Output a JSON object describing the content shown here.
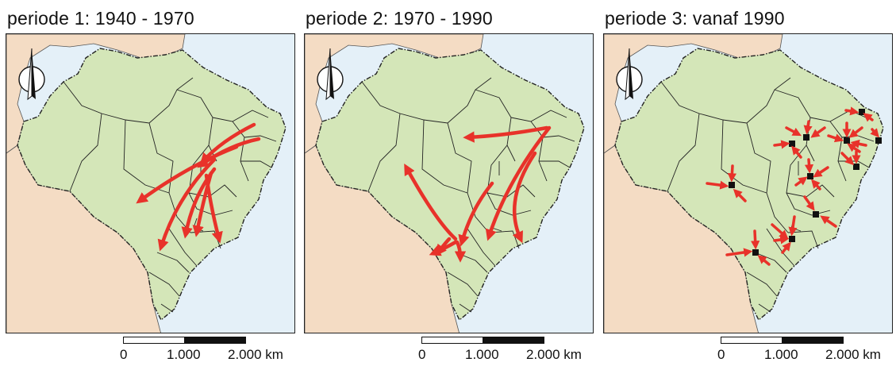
{
  "panels": [
    {
      "id": "p1",
      "title": "periode 1: 1940 - 1970"
    },
    {
      "id": "p2",
      "title": "periode 2: 1970 - 1990"
    },
    {
      "id": "p3",
      "title": "periode 3: vanaf 1990"
    }
  ],
  "scalebar": {
    "labels": [
      "0",
      "1.000",
      "2.000 km"
    ]
  },
  "colors": {
    "ocean": "#e4f0f8",
    "foreign_land": "#f4dcc4",
    "brazil": "#d4e6b8",
    "border": "#222222",
    "arrow": "#e8322a",
    "city": "#111111"
  },
  "icons": {
    "north_arrow": "north-arrow-icon"
  }
}
